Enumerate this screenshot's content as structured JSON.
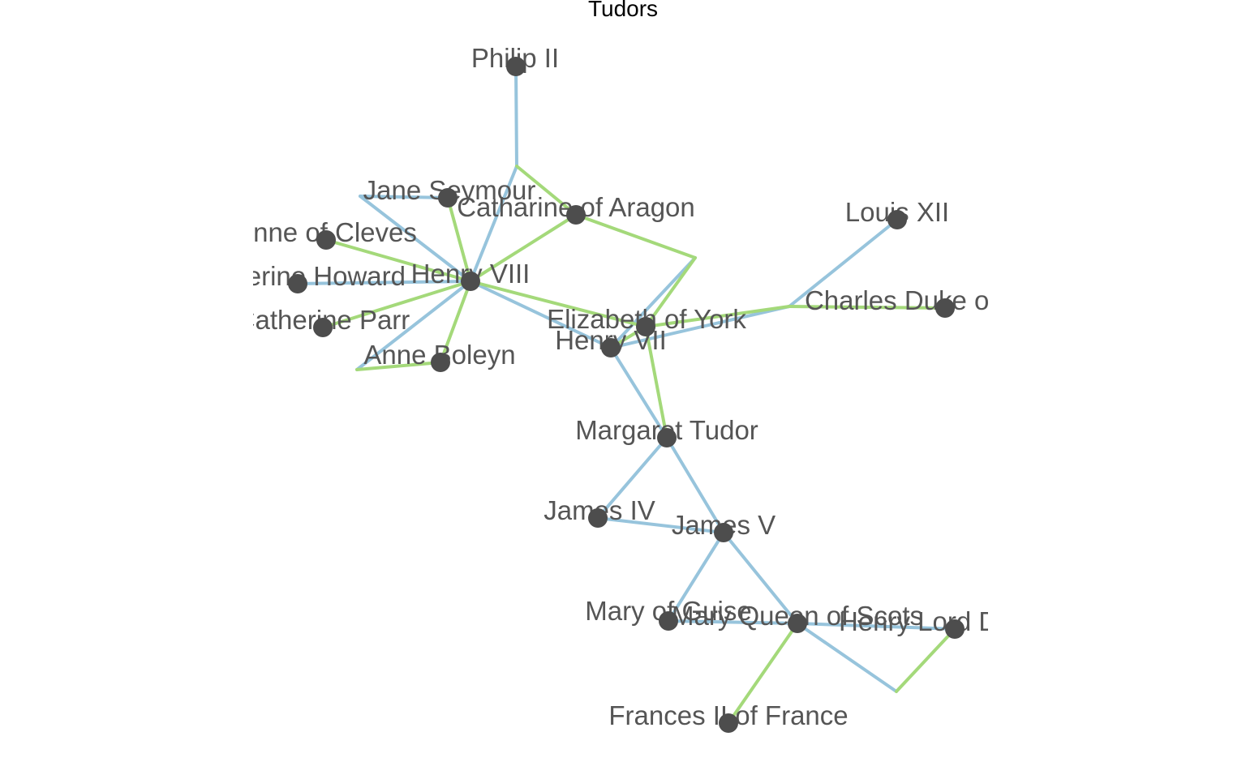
{
  "title": "Tudors",
  "colors": {
    "child_edge": "#97c4dc",
    "spouse_edge": "#a4d97a",
    "node": "#4d4d4d",
    "label": "#555555"
  },
  "nodes": [
    {
      "id": "philip2",
      "label": "Philip II"
    },
    {
      "id": "jane_seymour",
      "label": "Jane Seymour"
    },
    {
      "id": "catharine_aragon",
      "label": "Catharine of Aragon"
    },
    {
      "id": "louis12",
      "label": "Louis XII"
    },
    {
      "id": "anne_cleves",
      "label": "Anne of Cleves"
    },
    {
      "id": "catherine_howard",
      "label": "Catherine Howard"
    },
    {
      "id": "henry8",
      "label": "Henry VIII"
    },
    {
      "id": "catherine_parr",
      "label": "Catherine Parr"
    },
    {
      "id": "charles_suffolk",
      "label": "Charles Duke of Suffolk"
    },
    {
      "id": "elizabeth_york",
      "label": "Elizabeth of York"
    },
    {
      "id": "henry7",
      "label": "Henry VII"
    },
    {
      "id": "anne_boleyn",
      "label": "Anne Boleyn"
    },
    {
      "id": "margaret_tudor",
      "label": "Margaret Tudor"
    },
    {
      "id": "james4",
      "label": "James IV"
    },
    {
      "id": "james5",
      "label": "James V"
    },
    {
      "id": "mary_guise",
      "label": "Mary of Guise"
    },
    {
      "id": "mary_scots",
      "label": "Mary Queen of Scots"
    },
    {
      "id": "henry_darnley",
      "label": "Henry Lord Darnley"
    },
    {
      "id": "frances2",
      "label": "Frances II of France"
    }
  ],
  "edges": [
    {
      "kind": "child",
      "from": "philip2",
      "to": "J_philip"
    },
    {
      "kind": "child",
      "from": "J_philip",
      "to": "henry8"
    },
    {
      "kind": "spouse",
      "from": "J_philip",
      "to": "catharine_aragon"
    },
    {
      "kind": "child",
      "from": "jane_seymour",
      "to": "J_jane"
    },
    {
      "kind": "child",
      "from": "J_jane",
      "to": "henry8"
    },
    {
      "kind": "spouse",
      "from": "jane_seymour",
      "to": "henry8"
    },
    {
      "kind": "spouse",
      "from": "catharine_aragon",
      "to": "henry8"
    },
    {
      "kind": "spouse",
      "from": "catharine_aragon",
      "to": "J_aragon"
    },
    {
      "kind": "child",
      "from": "J_aragon",
      "to": "henry7"
    },
    {
      "kind": "spouse",
      "from": "J_aragon",
      "to": "elizabeth_york"
    },
    {
      "kind": "spouse",
      "from": "anne_cleves",
      "to": "henry8"
    },
    {
      "kind": "child",
      "from": "catherine_howard",
      "to": "henry8"
    },
    {
      "kind": "spouse",
      "from": "catherine_parr",
      "to": "henry8"
    },
    {
      "kind": "child",
      "from": "henry8",
      "to": "J_boleyn"
    },
    {
      "kind": "spouse",
      "from": "J_boleyn",
      "to": "anne_boleyn"
    },
    {
      "kind": "spouse",
      "from": "anne_boleyn",
      "to": "henry8"
    },
    {
      "kind": "child",
      "from": "henry8",
      "to": "henry7"
    },
    {
      "kind": "spouse",
      "from": "henry8",
      "to": "elizabeth_york"
    },
    {
      "kind": "spouse",
      "from": "henry7",
      "to": "elizabeth_york"
    },
    {
      "kind": "child",
      "from": "louis12",
      "to": "J_louis"
    },
    {
      "kind": "child",
      "from": "J_louis",
      "to": "henry7"
    },
    {
      "kind": "spouse",
      "from": "J_louis",
      "to": "elizabeth_york"
    },
    {
      "kind": "spouse",
      "from": "J_louis",
      "to": "charles_suffolk"
    },
    {
      "kind": "child",
      "from": "henry7",
      "to": "margaret_tudor"
    },
    {
      "kind": "spouse",
      "from": "elizabeth_york",
      "to": "margaret_tudor"
    },
    {
      "kind": "child",
      "from": "margaret_tudor",
      "to": "james4"
    },
    {
      "kind": "child",
      "from": "margaret_tudor",
      "to": "james5"
    },
    {
      "kind": "child",
      "from": "james4",
      "to": "james5"
    },
    {
      "kind": "child",
      "from": "james5",
      "to": "mary_guise"
    },
    {
      "kind": "child",
      "from": "james5",
      "to": "mary_scots"
    },
    {
      "kind": "child",
      "from": "mary_guise",
      "to": "mary_scots"
    },
    {
      "kind": "child",
      "from": "mary_scots",
      "to": "henry_darnley"
    },
    {
      "kind": "child",
      "from": "mary_scots",
      "to": "J_darnley"
    },
    {
      "kind": "spouse",
      "from": "J_darnley",
      "to": "henry_darnley"
    },
    {
      "kind": "spouse",
      "from": "mary_scots",
      "to": "frances2"
    }
  ]
}
